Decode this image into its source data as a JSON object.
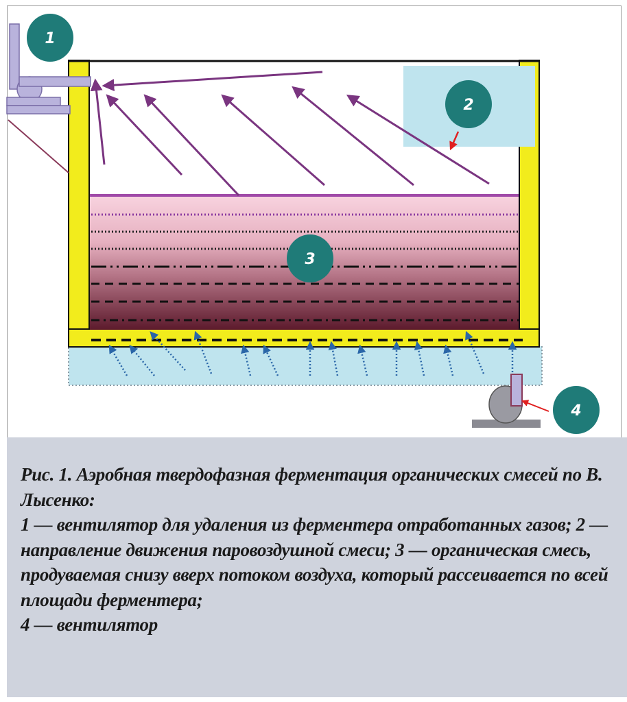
{
  "badges": {
    "b1": "1",
    "b2": "2",
    "b3": "3",
    "b4": "4"
  },
  "colors": {
    "badge": "#1f7b78",
    "wall": "#f2ec1c",
    "arrow": "#7a3580",
    "air": "#2a66a8",
    "air_zone": "#bfe4ee",
    "equipment": "#b9b3dc"
  },
  "caption": {
    "title": "Рис. 1. Аэробная твердофазная ферментация органических смесей по В. Лысенко:",
    "line1": "1 — вентилятор для удаления из ферментера отработанных газов; 2 — направление движения паровоздушной смеси; 3 — органическая смесь, продуваемая снизу вверх потоком воздуха, который рассеивается по всей площади ферментера;",
    "line2": "4 — вентилятор"
  }
}
